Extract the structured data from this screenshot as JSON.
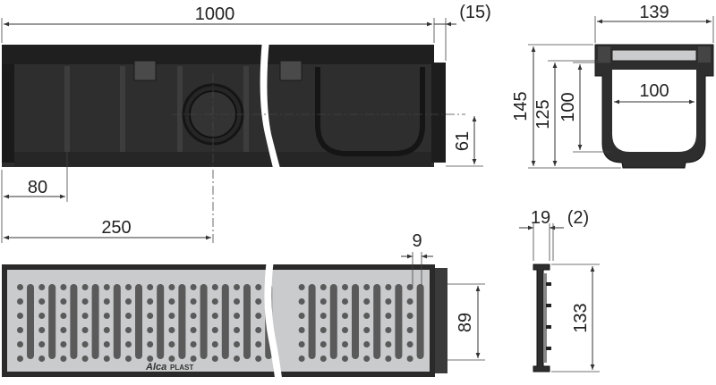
{
  "dimensions": {
    "channel_length": "1000",
    "end_cap_offset": "(15)",
    "outlet_center_from_end": "80",
    "outlet_position": "250",
    "outlet_axis_height": "61",
    "channel_width": "139",
    "overall_height": "145",
    "inner_height_outer": "125",
    "inner_height": "100",
    "inner_width": "100",
    "slot_width": "9",
    "grate_width": "89",
    "grate_profile_thickness": "19",
    "grate_profile_gap": "(2)",
    "grate_profile_height": "133"
  },
  "branding": {
    "logo_part_a": "Alca",
    "logo_part_b": "PLAST"
  },
  "colors": {
    "channel_body": "#2e2e2e",
    "channel_dark": "#1b1b1b",
    "grate_fill": "#c9cbcc",
    "grate_frame": "#2a2a2a",
    "slot_fill": "#5a5a5a",
    "dimension_line": "#333333"
  }
}
